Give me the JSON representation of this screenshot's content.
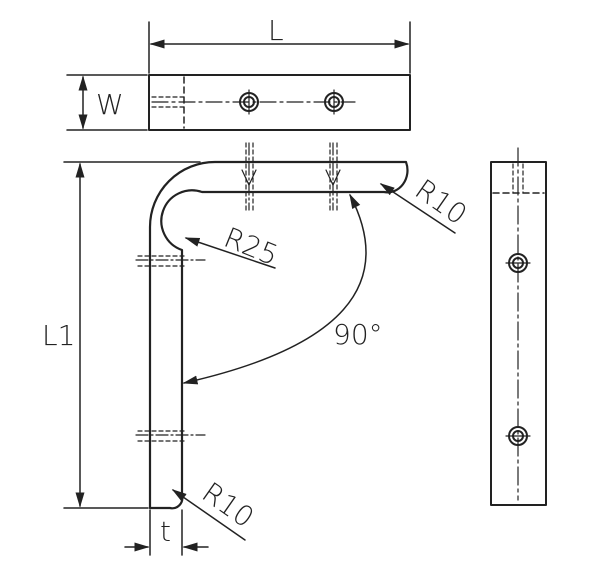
{
  "labels": {
    "length": "L",
    "width": "W",
    "length1": "L1",
    "thickness": "t",
    "bend_radius": "R25",
    "tip_radius_top": "R10",
    "tip_radius_bottom": "R10",
    "angle": "90°"
  },
  "colors": {
    "stroke": "#222222",
    "background": "#ffffff"
  }
}
